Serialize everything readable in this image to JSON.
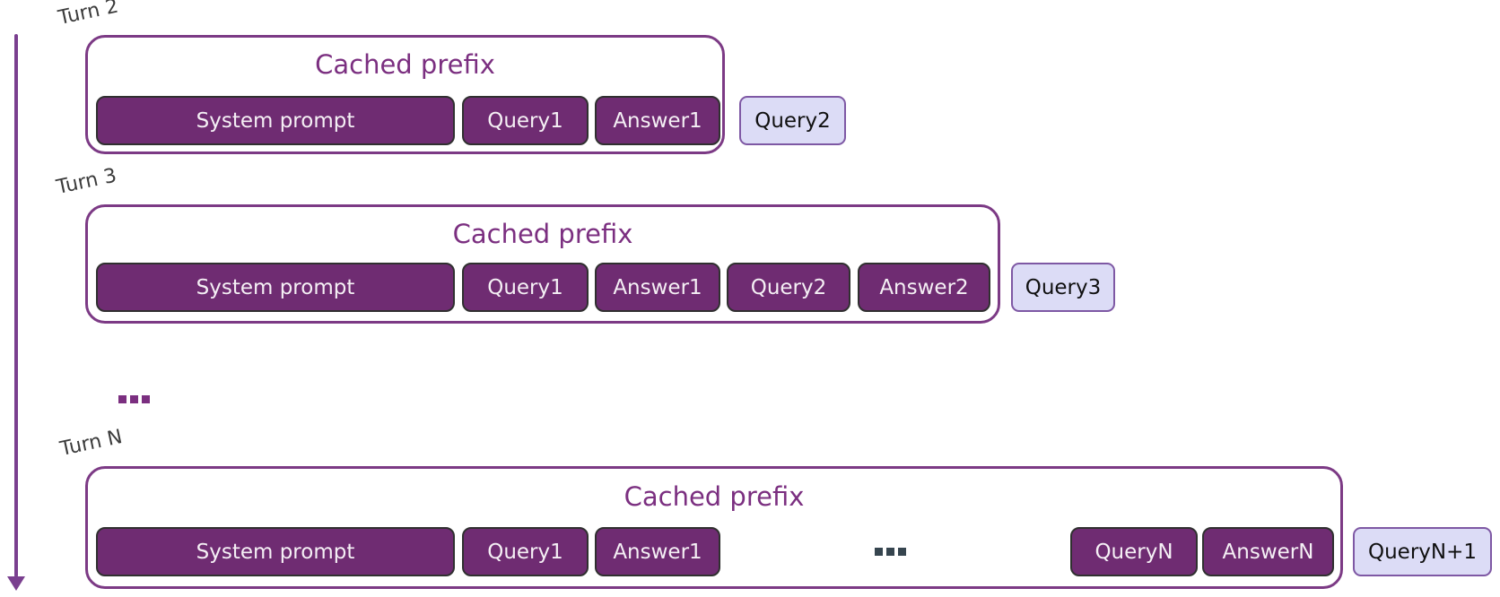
{
  "diagram": {
    "rows": [
      {
        "turn_label": "Turn 2",
        "title": "Cached prefix",
        "cached_boxes": [
          "System prompt",
          "Query1",
          "Answer1"
        ],
        "new_query": "Query2"
      },
      {
        "turn_label": "Turn 3",
        "title": "Cached prefix",
        "cached_boxes": [
          "System prompt",
          "Query1",
          "Answer1",
          "Query2",
          "Answer2"
        ],
        "new_query": "Query3"
      },
      {
        "turn_label": "Turn N",
        "title": "Cached prefix",
        "cached_boxes": [
          "System prompt",
          "Query1",
          "Answer1",
          "QueryN",
          "AnswerN"
        ],
        "inner_ellipsis": "...",
        "new_query": "QueryN+1"
      }
    ],
    "between_rows_ellipsis": "...",
    "colors": {
      "dark_box_bg": "#6f2c72",
      "dark_box_border": "#303030",
      "dark_box_text": "#f5f0f5",
      "container_border": "#7c3a85",
      "title_text": "#7b2f80",
      "light_box_bg": "#dcdcf6",
      "light_box_border": "#7e58a4",
      "light_box_text": "#101010",
      "arrow": "#7a3f8f",
      "between_rows_ellipsis_color": "#7b2f80",
      "inner_ellipsis_color": "#36454f",
      "turn_label_text": "#3b3b3b"
    }
  }
}
